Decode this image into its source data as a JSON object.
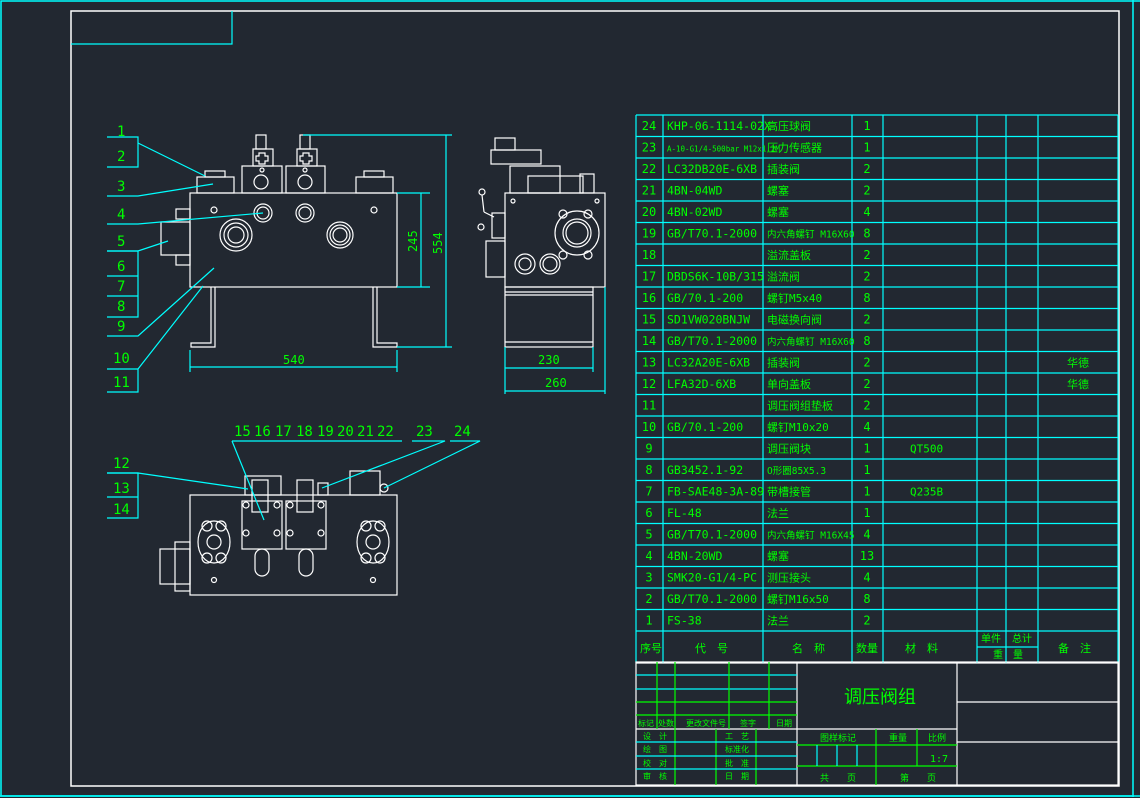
{
  "drawing": {
    "title": "调压阀组",
    "scale": "1:7",
    "colors": {
      "background": "#222831",
      "outline": "#ffffff",
      "table_lines": "#00ffff",
      "text": "#00ff00"
    }
  },
  "front_view": {
    "balloons_left": [
      "1",
      "2",
      "3",
      "4",
      "5",
      "6",
      "7",
      "8",
      "9",
      "10",
      "11"
    ],
    "dimensions": {
      "width": "540",
      "body_height": "245",
      "total_height": "554"
    }
  },
  "side_view": {
    "dimensions": {
      "inner_width": "230",
      "outer_width": "260"
    }
  },
  "top_view": {
    "balloons_left": [
      "12",
      "13",
      "14"
    ],
    "balloons_top": [
      "15",
      "16",
      "17",
      "18",
      "19",
      "20",
      "21",
      "22",
      "23",
      "24"
    ]
  },
  "bom": {
    "headers": {
      "no": "序号",
      "code": "代　号",
      "name": "名　称",
      "qty": "数量",
      "material": "材　料",
      "unit": "单件",
      "total": "总计",
      "weight": "重　量",
      "remark": "备　注"
    },
    "rows": [
      {
        "no": "24",
        "code": "KHP-06-1114-02X",
        "name": "高压球阀",
        "qty": "1",
        "material": "",
        "remark": ""
      },
      {
        "no": "23",
        "code": "A-10-G1/4-500bar M12x1.2M",
        "name": "压力传感器",
        "qty": "1",
        "material": "",
        "remark": ""
      },
      {
        "no": "22",
        "code": "LC32DB20E-6XB",
        "name": "插装阀",
        "qty": "2",
        "material": "",
        "remark": ""
      },
      {
        "no": "21",
        "code": "4BN-04WD",
        "name": "螺塞",
        "qty": "2",
        "material": "",
        "remark": ""
      },
      {
        "no": "20",
        "code": "4BN-02WD",
        "name": "螺塞",
        "qty": "4",
        "material": "",
        "remark": ""
      },
      {
        "no": "19",
        "code": "GB/T70.1-2000",
        "name": "内六角螺钉 M16X60",
        "qty": "8",
        "material": "",
        "remark": ""
      },
      {
        "no": "18",
        "code": "",
        "name": "溢流盖板",
        "qty": "2",
        "material": "",
        "remark": ""
      },
      {
        "no": "17",
        "code": "DBDS6K-10B/315",
        "name": "溢流阀",
        "qty": "2",
        "material": "",
        "remark": ""
      },
      {
        "no": "16",
        "code": "GB/70.1-200",
        "name": "螺钉M5x40",
        "qty": "8",
        "material": "",
        "remark": ""
      },
      {
        "no": "15",
        "code": "SD1VW020BNJW",
        "name": "电磁换向阀",
        "qty": "2",
        "material": "",
        "remark": ""
      },
      {
        "no": "14",
        "code": "GB/T70.1-2000",
        "name": "内六角螺钉 M16X60",
        "qty": "8",
        "material": "",
        "remark": ""
      },
      {
        "no": "13",
        "code": "LC32A20E-6XB",
        "name": "插装阀",
        "qty": "2",
        "material": "",
        "remark": "华德"
      },
      {
        "no": "12",
        "code": "LFA32D-6XB",
        "name": "单向盖板",
        "qty": "2",
        "material": "",
        "remark": "华德"
      },
      {
        "no": "11",
        "code": "",
        "name": "调压阀组垫板",
        "qty": "2",
        "material": "",
        "remark": ""
      },
      {
        "no": "10",
        "code": "GB/70.1-200",
        "name": "螺钉M10x20",
        "qty": "4",
        "material": "",
        "remark": ""
      },
      {
        "no": "9",
        "code": "",
        "name": "调压阀块",
        "qty": "1",
        "material": "QT500",
        "remark": ""
      },
      {
        "no": "8",
        "code": "GB3452.1-92",
        "name": "O形圈85X5.3",
        "qty": "1",
        "material": "",
        "remark": ""
      },
      {
        "no": "7",
        "code": "FB-SAE48-3A-89",
        "name": "带槽接管",
        "qty": "1",
        "material": "Q235B",
        "remark": ""
      },
      {
        "no": "6",
        "code": "FL-48",
        "name": "法兰",
        "qty": "1",
        "material": "",
        "remark": ""
      },
      {
        "no": "5",
        "code": "GB/T70.1-2000",
        "name": "内六角螺钉 M16X45",
        "qty": "4",
        "material": "",
        "remark": ""
      },
      {
        "no": "4",
        "code": "4BN-20WD",
        "name": "螺塞",
        "qty": "13",
        "material": "",
        "remark": ""
      },
      {
        "no": "3",
        "code": "SMK20-G1/4-PC",
        "name": "测压接头",
        "qty": "4",
        "material": "",
        "remark": ""
      },
      {
        "no": "2",
        "code": "GB/T70.1-2000",
        "name": "螺钉M16x50",
        "qty": "8",
        "material": "",
        "remark": ""
      },
      {
        "no": "1",
        "code": "FS-38",
        "name": "法兰",
        "qty": "2",
        "material": "",
        "remark": ""
      }
    ]
  },
  "title_block": {
    "revision_headers": [
      "标记",
      "处数",
      "更改文件号",
      "签字",
      "日期"
    ],
    "sign_labels": [
      "设　计",
      "绘　图",
      "校　对",
      "审　核"
    ],
    "process_labels": [
      "工　艺",
      "标准化",
      "批　准",
      "日　期"
    ],
    "stage_label": "图样标记",
    "weight_label": "重量",
    "scale_label": "比例",
    "sheets_total_label": "共　　页",
    "sheet_no_label": "第　　页"
  }
}
